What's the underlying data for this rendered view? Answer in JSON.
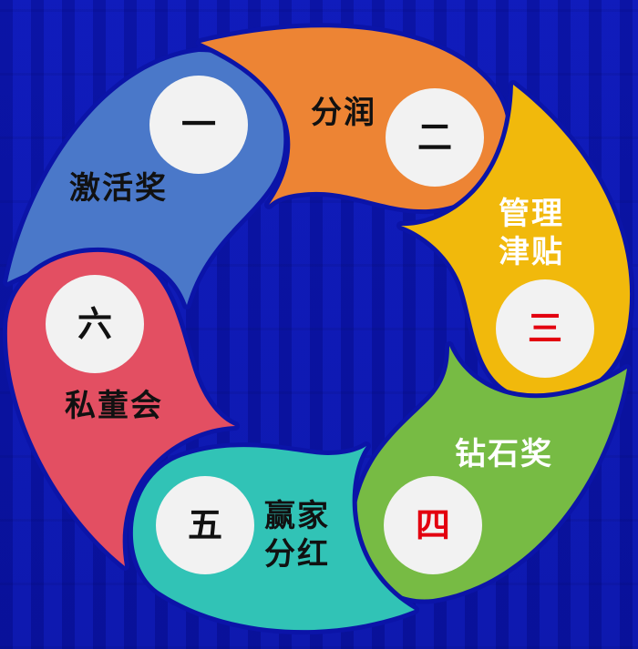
{
  "diagram": {
    "type": "cycle",
    "background_color": "#0c17b4",
    "gap_color": "#0b14a8",
    "segments": [
      {
        "number": "一",
        "label_lines": [
          "激活奖"
        ],
        "fill": "#4a78c9",
        "label_color": "#111111",
        "number_color": "#111111"
      },
      {
        "number": "二",
        "label_lines": [
          "分润"
        ],
        "fill": "#ed8434",
        "label_color": "#111111",
        "number_color": "#111111"
      },
      {
        "number": "三",
        "label_lines": [
          "管理",
          "津贴"
        ],
        "fill": "#f1b90c",
        "label_color": "#ffffff",
        "number_color": "#e3000f"
      },
      {
        "number": "四",
        "label_lines": [
          "钻石奖"
        ],
        "fill": "#77bb44",
        "label_color": "#ffffff",
        "number_color": "#e3000f"
      },
      {
        "number": "五",
        "label_lines": [
          "赢家",
          "分红"
        ],
        "fill": "#31c3b6",
        "label_color": "#111111",
        "number_color": "#111111"
      },
      {
        "number": "六",
        "label_lines": [
          "私董会"
        ],
        "fill": "#e34f62",
        "label_color": "#111111",
        "number_color": "#111111"
      }
    ]
  }
}
